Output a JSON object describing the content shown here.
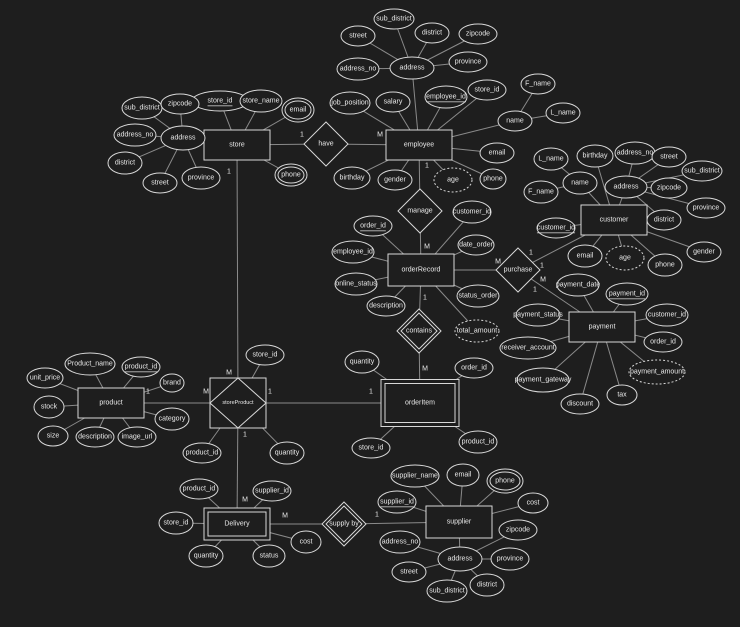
{
  "entities": {
    "store": "store",
    "employee": "employee",
    "customer": "customer",
    "orderRecord": "orderRecord",
    "payment": "payment",
    "product": "product",
    "orderItem": "orderItem",
    "delivery": "Delivery",
    "supplier": "supplier"
  },
  "relationships": {
    "have": "have",
    "manage": "manage",
    "purchase": "purchase",
    "contains": "contains",
    "storeProduct": "storeProduct",
    "supplyBy": "supply by"
  },
  "attributes": {
    "store_id": "store_id",
    "store_name": "store_name",
    "email": "email",
    "phone": "phone",
    "address": "address",
    "sub_district": "sub_district",
    "zipcode": "zipcode",
    "district": "district",
    "province": "province",
    "street": "street",
    "address_no": "address_no",
    "employee_id": "employee_id",
    "job_position": "job_position",
    "salary": "salary",
    "name": "name",
    "F_name": "F_name",
    "L_name": "L_name",
    "birthday": "birthday",
    "gender": "gender",
    "age": "age",
    "customer_id": "customer_id",
    "order_id": "order_id",
    "date_order": "date_order",
    "online_status": "online_status",
    "description": "description",
    "status_order": "status_order",
    "total_amount": "total_amount",
    "payment_date": "payment_date",
    "payment_id": "payment_id",
    "payment_status": "payment_status",
    "receiver_account": "receiver_account",
    "payment_gateway": "payment_gateway",
    "discount": "discount",
    "tax": "tax",
    "payment_amount": "payment_amount",
    "Product_name": "Product_name",
    "product_id": "product_id",
    "unit_price": "unit_price",
    "brand": "brand",
    "stock": "stock",
    "category": "category",
    "size": "size",
    "image_url": "image_url",
    "quantity": "quantity",
    "supplier_id": "supplier_id",
    "supplier_name": "supplier_name",
    "cost": "cost",
    "status": "status"
  },
  "cardinalities": {
    "one": "1",
    "many": "M"
  }
}
